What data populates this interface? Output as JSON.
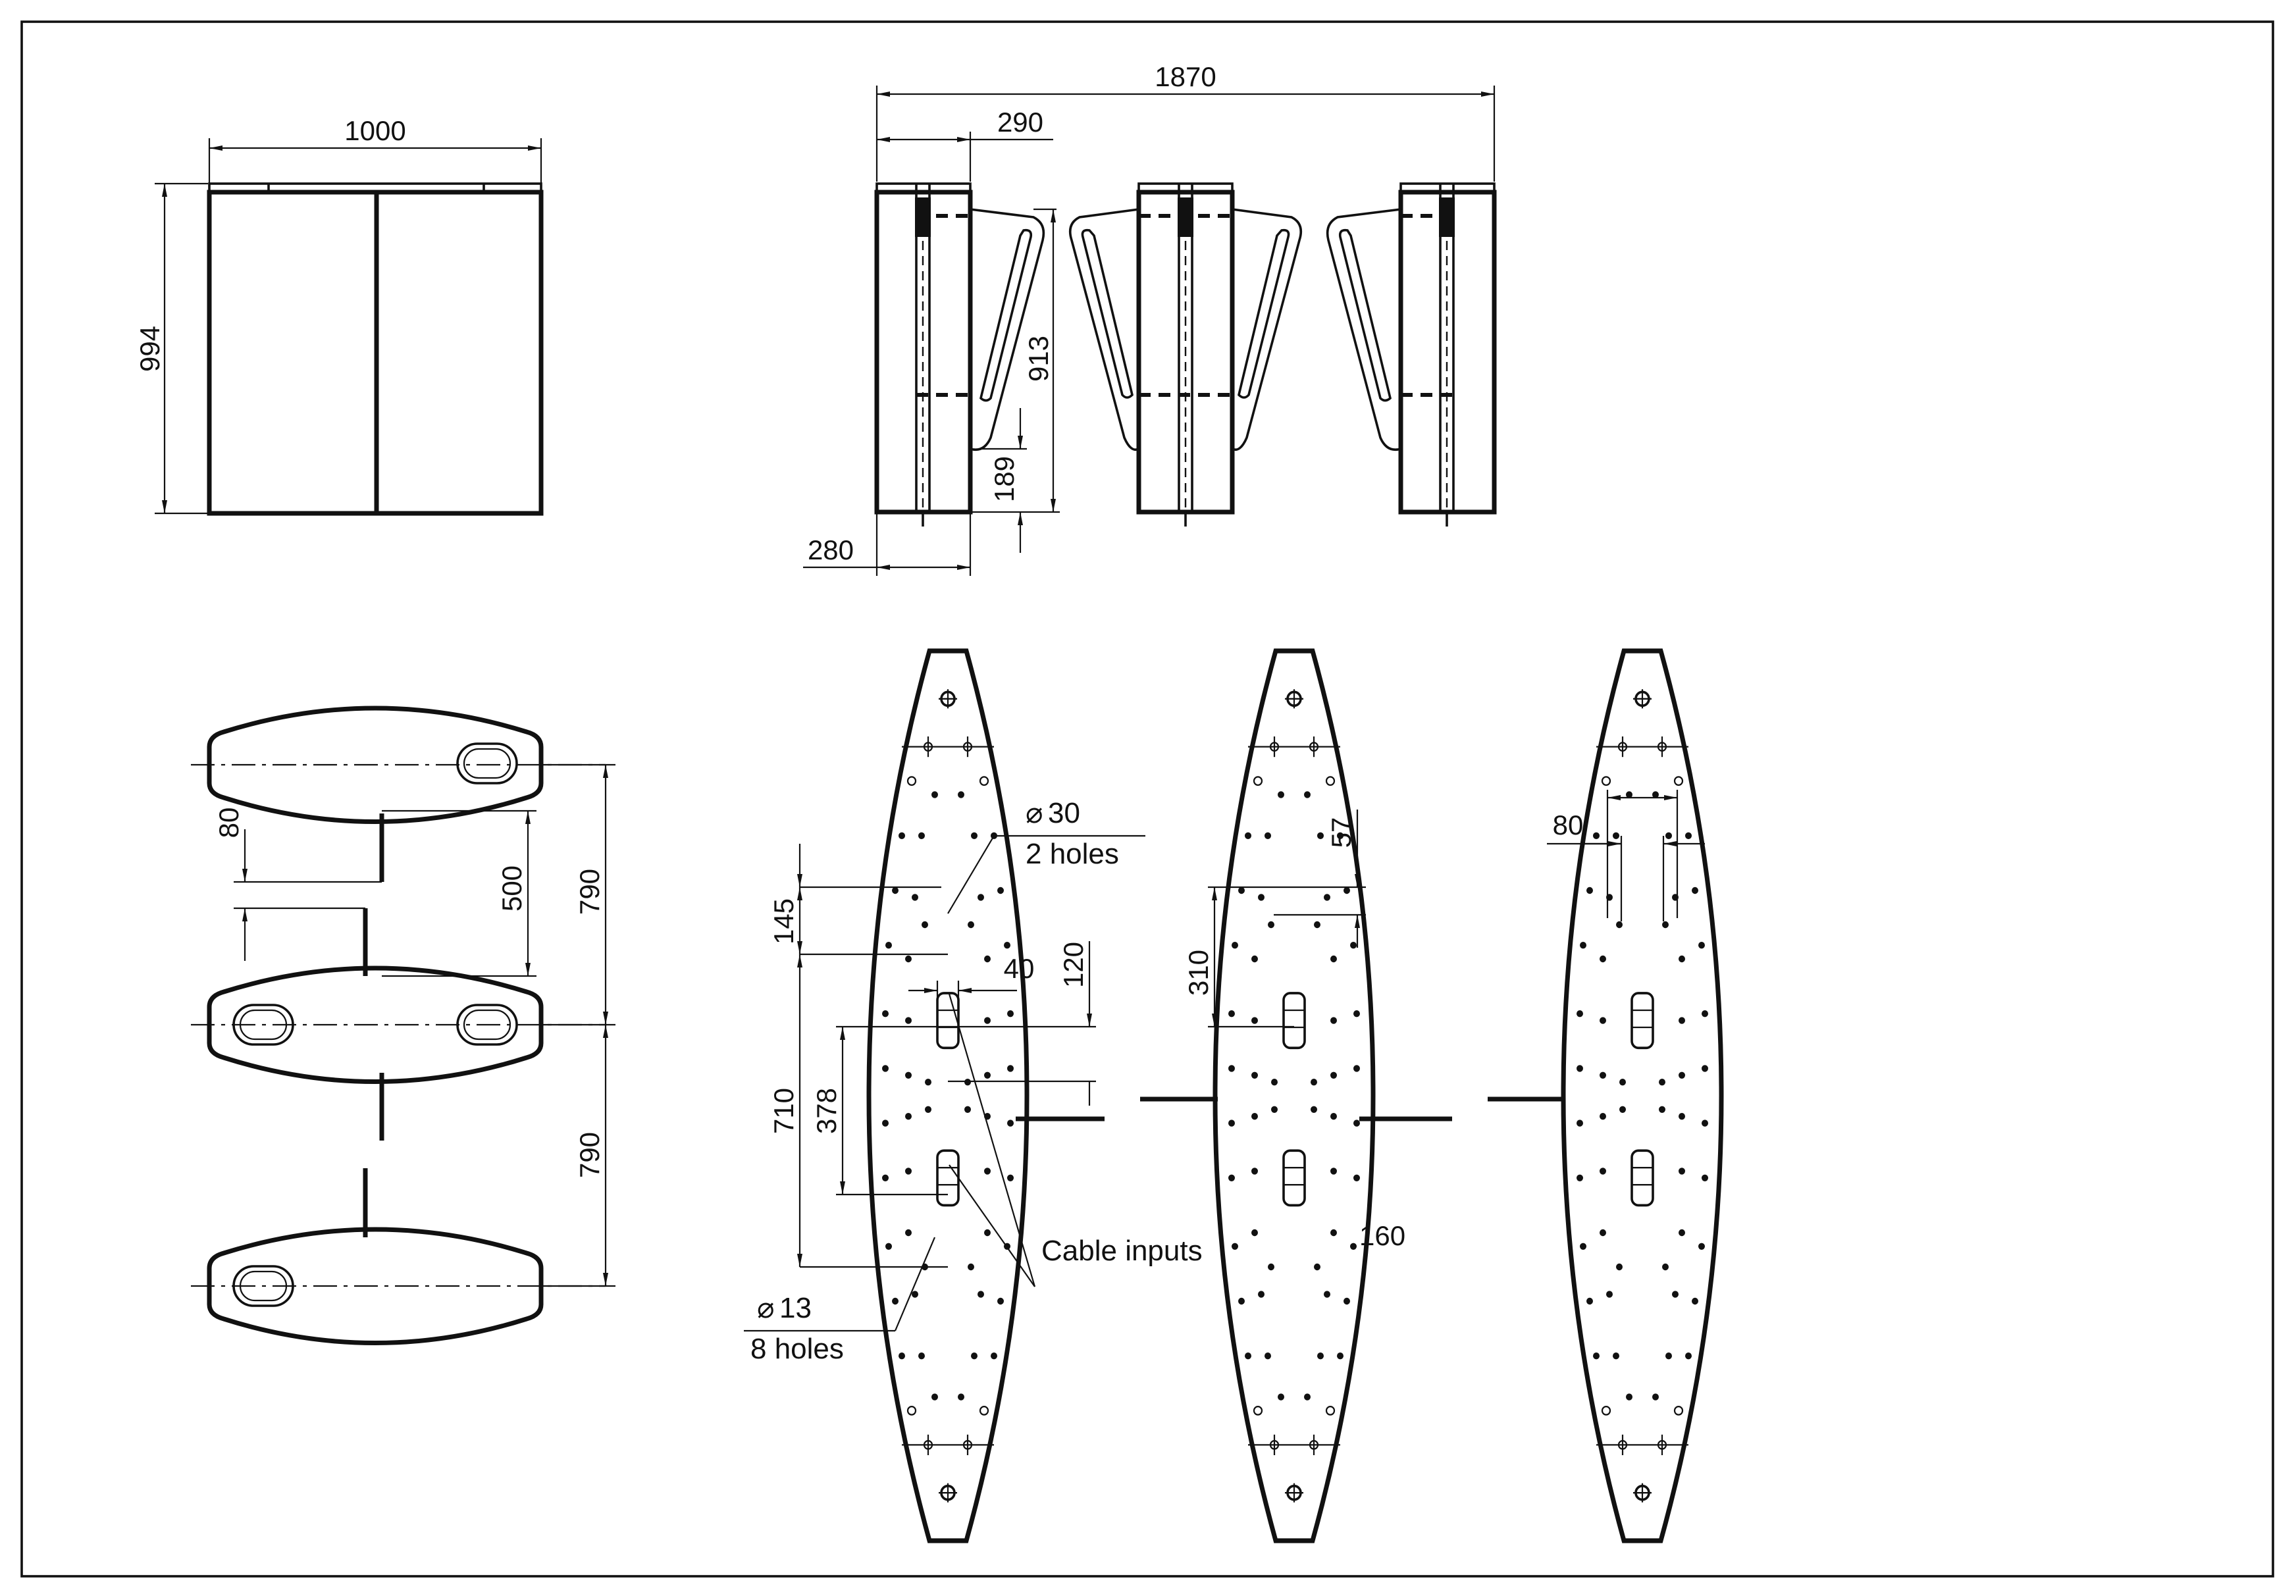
{
  "front_view": {
    "width_label": "1000",
    "height_label": "994"
  },
  "side_view": {
    "overall_label": "1870",
    "top_width_label": "290",
    "leaf_height_label": "913",
    "floor_gap_label": "189",
    "base_width_label": "280"
  },
  "plan_view": {
    "slot_label": "80",
    "opening_label": "500",
    "pitch_label_1": "790",
    "pitch_label_2": "790"
  },
  "base_plates": {
    "hole_large_dia": "30",
    "hole_large_count": "2 holes",
    "hole_small_dia": "13",
    "hole_small_count": "8 holes",
    "cable_label": "Cable inputs",
    "dim_145": "145",
    "dim_40": "40",
    "dim_120": "120",
    "dim_710": "710",
    "dim_378": "378",
    "dim_57": "57",
    "dim_310": "310",
    "dim_160": "160",
    "dim_80": "80",
    "diameter_symbol": "⌀"
  }
}
